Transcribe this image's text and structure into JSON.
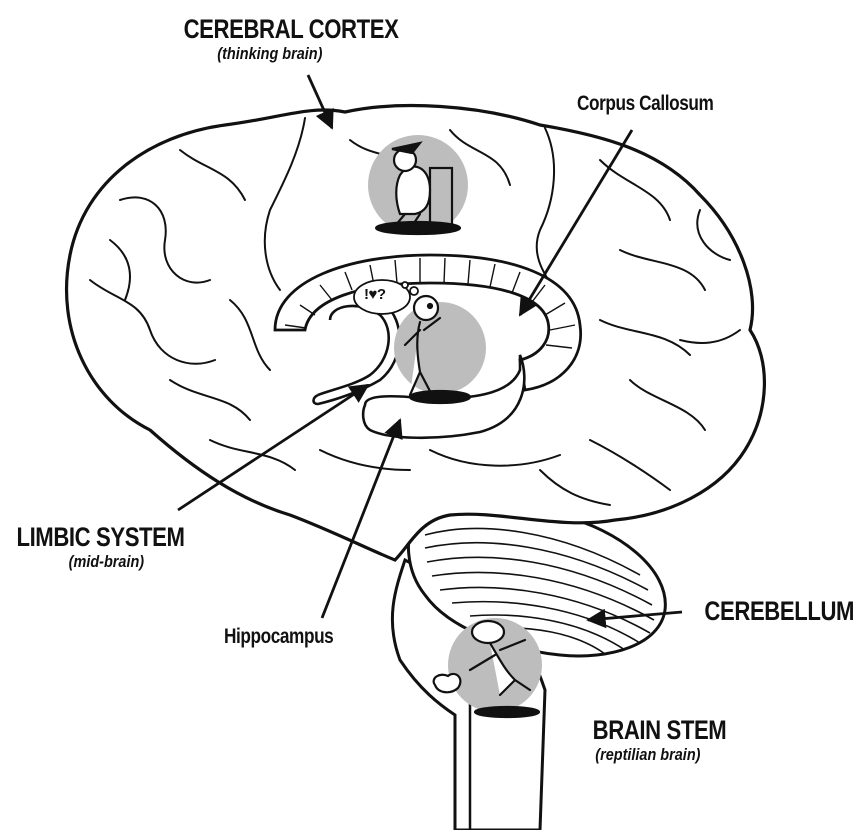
{
  "labels": {
    "cerebral_cortex": {
      "title": "CEREBRAL CORTEX",
      "subtitle": "(thinking brain)"
    },
    "corpus_callosum": {
      "title": "Corpus Callosum"
    },
    "limbic_system": {
      "title": "LIMBIC SYSTEM",
      "subtitle": "(mid-brain)"
    },
    "hippocampus": {
      "title": "Hippocampus"
    },
    "cerebellum": {
      "title": "CEREBELLUM"
    },
    "brain_stem": {
      "title": "BRAIN STEM",
      "subtitle": "(reptilian brain)"
    }
  },
  "thought_bubble": "!♥?",
  "colors": {
    "ink": "#111111",
    "highlight": "#bdbdbd"
  }
}
